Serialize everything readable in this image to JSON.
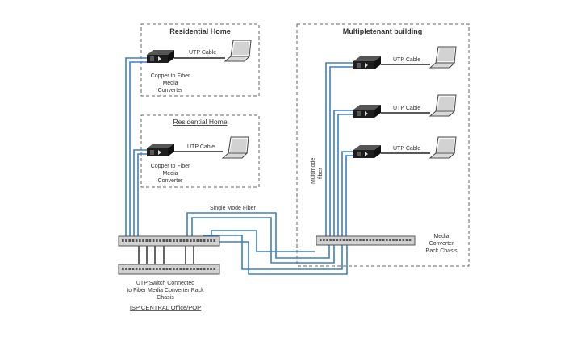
{
  "titles": {
    "residential_home_1": "Residential Home",
    "residential_home_2": "Residential Home",
    "multitenant": "Multipletenant building",
    "isp": "ISP CENTRAL Office/POP"
  },
  "labels": {
    "utp_cable": "UTP Cable",
    "converter_line1": "Copper to Fiber",
    "converter_line2": "Media",
    "converter_line3": "Converter",
    "single_mode_fiber": "Single Mode Fiber",
    "multimode_fiber_line1": "Multimode",
    "multimode_fiber_line2": "fiber",
    "rack_line1": "Media",
    "rack_line2": "Converter",
    "rack_line3": "Rack Chasis",
    "switch_line1": "UTP Switch Connected",
    "switch_line2": "to Fiber Media Converter Rack",
    "switch_line3": "Chasis"
  },
  "colors": {
    "fiber": "#3d7fc6",
    "utp": "#222222",
    "border": "#666666"
  },
  "icons": [
    "media-converter-icon",
    "laptop-icon",
    "network-switch-icon",
    "rack-chassis-icon"
  ]
}
